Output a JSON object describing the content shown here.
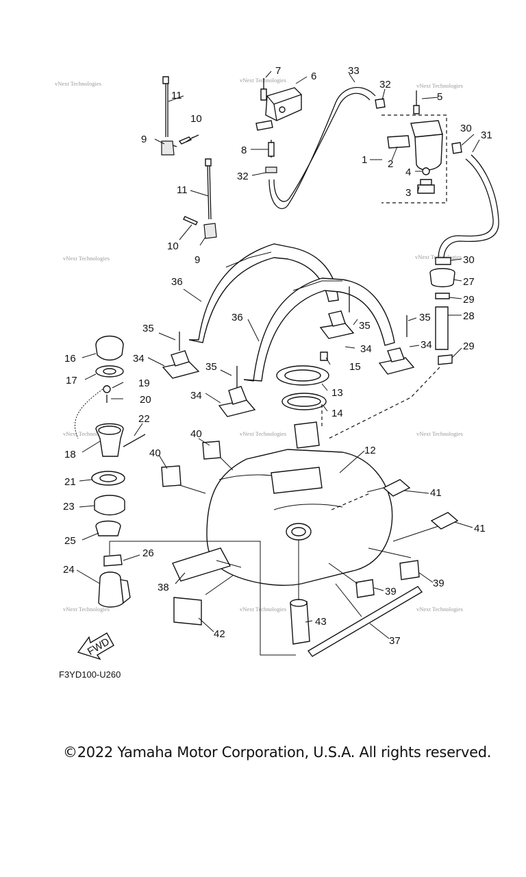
{
  "diagram": {
    "callouts": [
      {
        "id": "11a",
        "label": "11"
      },
      {
        "id": "10a",
        "label": "10"
      },
      {
        "id": "9a",
        "label": "9"
      },
      {
        "id": "11b",
        "label": "11"
      },
      {
        "id": "10b",
        "label": "10"
      },
      {
        "id": "9b",
        "label": "9"
      },
      {
        "id": "7",
        "label": "7"
      },
      {
        "id": "6",
        "label": "6"
      },
      {
        "id": "8",
        "label": "8"
      },
      {
        "id": "32a",
        "label": "32"
      },
      {
        "id": "33",
        "label": "33"
      },
      {
        "id": "32b",
        "label": "32"
      },
      {
        "id": "5",
        "label": "5"
      },
      {
        "id": "30a",
        "label": "30"
      },
      {
        "id": "31",
        "label": "31"
      },
      {
        "id": "1",
        "label": "1"
      },
      {
        "id": "2",
        "label": "2"
      },
      {
        "id": "4",
        "label": "4"
      },
      {
        "id": "3",
        "label": "3"
      },
      {
        "id": "30b",
        "label": "30"
      },
      {
        "id": "27",
        "label": "27"
      },
      {
        "id": "29a",
        "label": "29"
      },
      {
        "id": "28",
        "label": "28"
      },
      {
        "id": "29b",
        "label": "29"
      },
      {
        "id": "36a",
        "label": "36"
      },
      {
        "id": "36b",
        "label": "36"
      },
      {
        "id": "35a",
        "label": "35"
      },
      {
        "id": "35b",
        "label": "35"
      },
      {
        "id": "35c",
        "label": "35"
      },
      {
        "id": "35d",
        "label": "35"
      },
      {
        "id": "34a",
        "label": "34"
      },
      {
        "id": "34b",
        "label": "34"
      },
      {
        "id": "34c",
        "label": "34"
      },
      {
        "id": "34d",
        "label": "34"
      },
      {
        "id": "16",
        "label": "16"
      },
      {
        "id": "17",
        "label": "17"
      },
      {
        "id": "19",
        "label": "19"
      },
      {
        "id": "20",
        "label": "20"
      },
      {
        "id": "22",
        "label": "22"
      },
      {
        "id": "18",
        "label": "18"
      },
      {
        "id": "15",
        "label": "15"
      },
      {
        "id": "13",
        "label": "13"
      },
      {
        "id": "14",
        "label": "14"
      },
      {
        "id": "12",
        "label": "12"
      },
      {
        "id": "40a",
        "label": "40"
      },
      {
        "id": "40b",
        "label": "40"
      },
      {
        "id": "21",
        "label": "21"
      },
      {
        "id": "23",
        "label": "23"
      },
      {
        "id": "25",
        "label": "25"
      },
      {
        "id": "26",
        "label": "26"
      },
      {
        "id": "24",
        "label": "24"
      },
      {
        "id": "41a",
        "label": "41"
      },
      {
        "id": "41b",
        "label": "41"
      },
      {
        "id": "38",
        "label": "38"
      },
      {
        "id": "39a",
        "label": "39"
      },
      {
        "id": "39b",
        "label": "39"
      },
      {
        "id": "42",
        "label": "42"
      },
      {
        "id": "43",
        "label": "43"
      },
      {
        "id": "37",
        "label": "37"
      }
    ],
    "fwd_label": "FWD",
    "figure_code": "F3YD100-U260",
    "watermark": "vNext Technologies"
  },
  "footer": {
    "copyright": "©2022 Yamaha Motor Corporation, U.S.A. All rights reserved."
  }
}
